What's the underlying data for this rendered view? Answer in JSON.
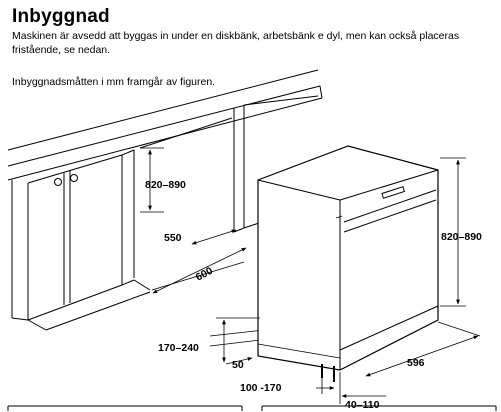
{
  "heading": "Inbyggnad",
  "intro": "Maskinen är avsedd att byggas in under en diskbänk, arbetsbänk e dyl, men kan också placeras fristående, se nedan.",
  "caption": "Inbyggnadsmåtten i mm framgår av figuren.",
  "dimensions": {
    "niche_height": "820–890",
    "niche_width": "550",
    "niche_depth": "600",
    "machine_height": "820–890",
    "plinth_height": "170–240",
    "plinth_setback": "50",
    "foot_range": "100 -170",
    "machine_width": "596",
    "door_offset": "40–110"
  }
}
